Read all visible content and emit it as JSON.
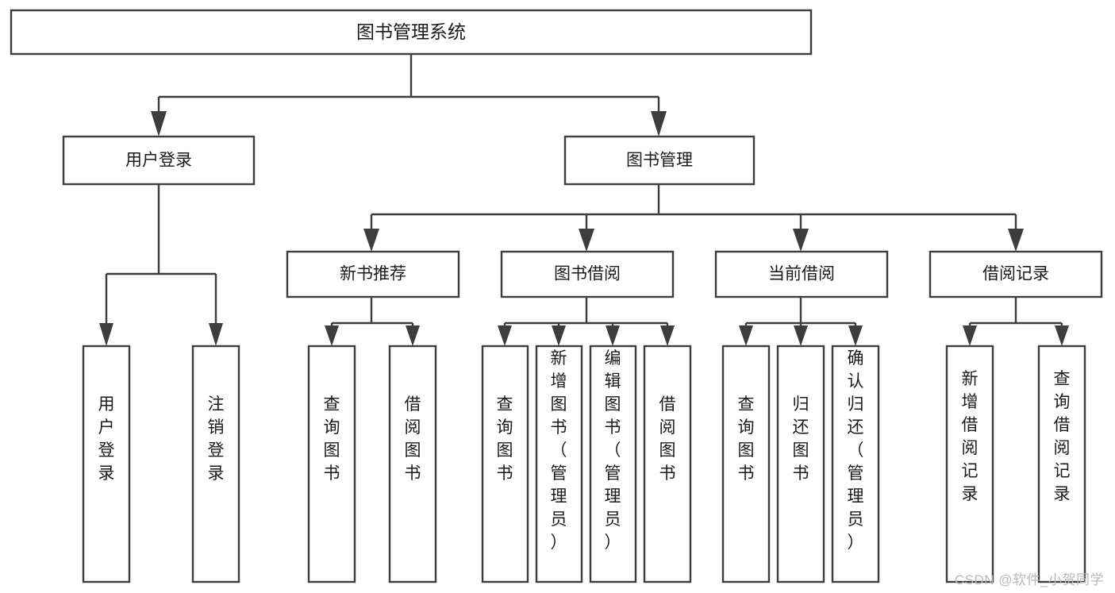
{
  "diagram": {
    "title": "图书管理系统",
    "type": "tree",
    "watermark": "CSDN @软件_小贺同学",
    "colors": {
      "stroke": "#3d3d3d",
      "box_fill": "#ffffff",
      "text": "#1a1a1a",
      "background": "#ffffff",
      "watermark": "#b9b9b9"
    }
  },
  "nodes": {
    "root": {
      "label": "图书管理系统"
    },
    "level2": [
      {
        "label": "用户登录"
      },
      {
        "label": "图书管理"
      }
    ],
    "level3": [
      {
        "label": "新书推荐"
      },
      {
        "label": "图书借阅"
      },
      {
        "label": "当前借阅"
      },
      {
        "label": "借阅记录"
      }
    ],
    "leaves": {
      "user_login": [
        {
          "label": "用户登录"
        },
        {
          "label": "注销登录"
        }
      ],
      "new_book": [
        {
          "label": "查询图书"
        },
        {
          "label": "借阅图书"
        }
      ],
      "book_borrow": [
        {
          "label": "查询图书"
        },
        {
          "label": "新增图书（管理员）"
        },
        {
          "label": "编辑图书（管理员）"
        },
        {
          "label": "借阅图书"
        }
      ],
      "current_borrow": [
        {
          "label": "查询图书"
        },
        {
          "label": "归还图书"
        },
        {
          "label": "确认归还（管理员）"
        }
      ],
      "borrow_record": [
        {
          "label": "新增借阅记录"
        },
        {
          "label": "查询借阅记录"
        }
      ]
    }
  }
}
